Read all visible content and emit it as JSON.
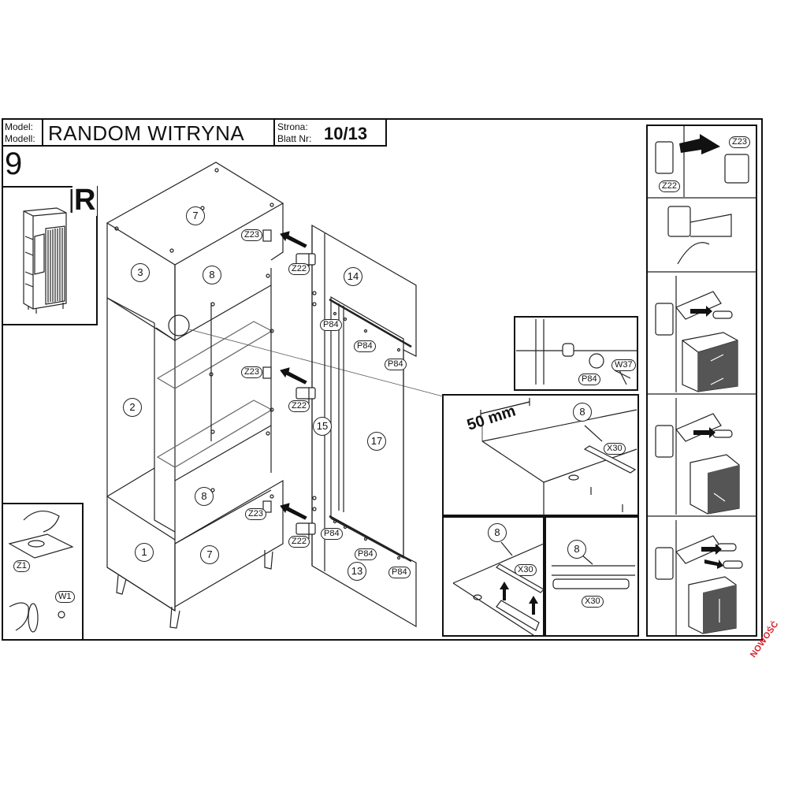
{
  "header": {
    "model_label_1": "Model:",
    "model_label_2": "Modell:",
    "title": "RANDOM WITRYNA",
    "page_label_1": "Strona:",
    "page_label_2": "Blatt Nr:",
    "page_number": "10/13"
  },
  "step_number": "9",
  "side_marker": "R",
  "panels": {
    "p1": "1",
    "p2": "2",
    "p3": "3",
    "p7a": "7",
    "p7b": "7",
    "p8a": "8",
    "p8b": "8",
    "p13": "13",
    "p14": "14",
    "p15": "15",
    "p17": "17"
  },
  "parts": {
    "z23": "Z23",
    "z22": "Z22",
    "p84": "P84",
    "w37": "W37",
    "x30": "X30",
    "z1": "Z1",
    "w1": "W1"
  },
  "detail": {
    "dimension": "50 mm",
    "shelf_ref": "8"
  },
  "badge": "NOWOŚĆ"
}
